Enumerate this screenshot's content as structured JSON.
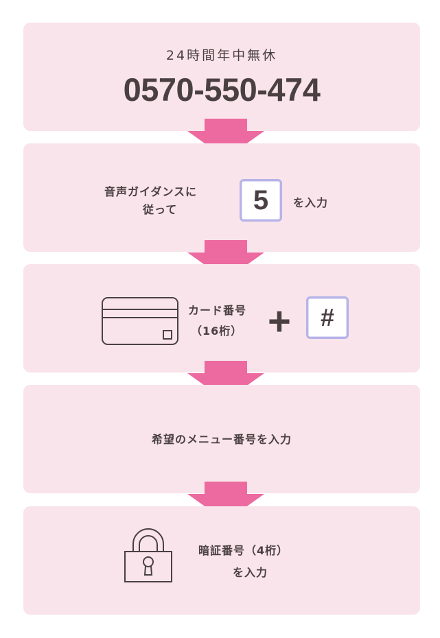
{
  "step1": {
    "label": "24時間年中無休",
    "phone": "0570-550-474"
  },
  "step2": {
    "text_line1": "音声ガイダンスに",
    "text_line2": "従って",
    "key": "5",
    "after": "を入力"
  },
  "step3": {
    "text_line1": "カード番号",
    "text_line2": "（16桁）",
    "plus": "+",
    "key": "#"
  },
  "step4": {
    "text": "希望のメニュー番号を入力"
  },
  "step5": {
    "text_line1": "暗証番号（4桁）",
    "text_line2": "を入力"
  },
  "colors": {
    "box": "#f9e4eb",
    "arrow": "#ec6aa0",
    "text": "#4a4042",
    "key_border": "#b6b3e8"
  }
}
